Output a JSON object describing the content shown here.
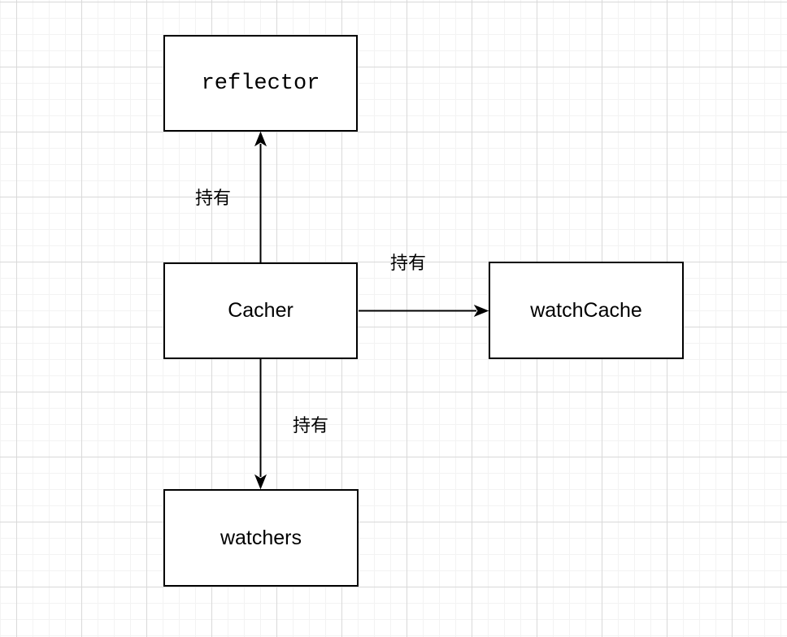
{
  "diagram": {
    "nodes": [
      {
        "id": "reflector",
        "label": "reflector"
      },
      {
        "id": "cacher",
        "label": "Cacher"
      },
      {
        "id": "watchCache",
        "label": "watchCache"
      },
      {
        "id": "watchers",
        "label": "watchers"
      }
    ],
    "edges": [
      {
        "from": "cacher",
        "to": "reflector",
        "label": "持有",
        "direction": "up"
      },
      {
        "from": "cacher",
        "to": "watchCache",
        "label": "持有",
        "direction": "right"
      },
      {
        "from": "cacher",
        "to": "watchers",
        "label": "持有",
        "direction": "down"
      }
    ]
  },
  "colors": {
    "background": "#ffffff",
    "grid_minor": "#f3f3f3",
    "grid_major": "#d9d9d9",
    "shape_fill": "#ffffff",
    "shape_stroke": "#000000",
    "text": "#000000"
  }
}
